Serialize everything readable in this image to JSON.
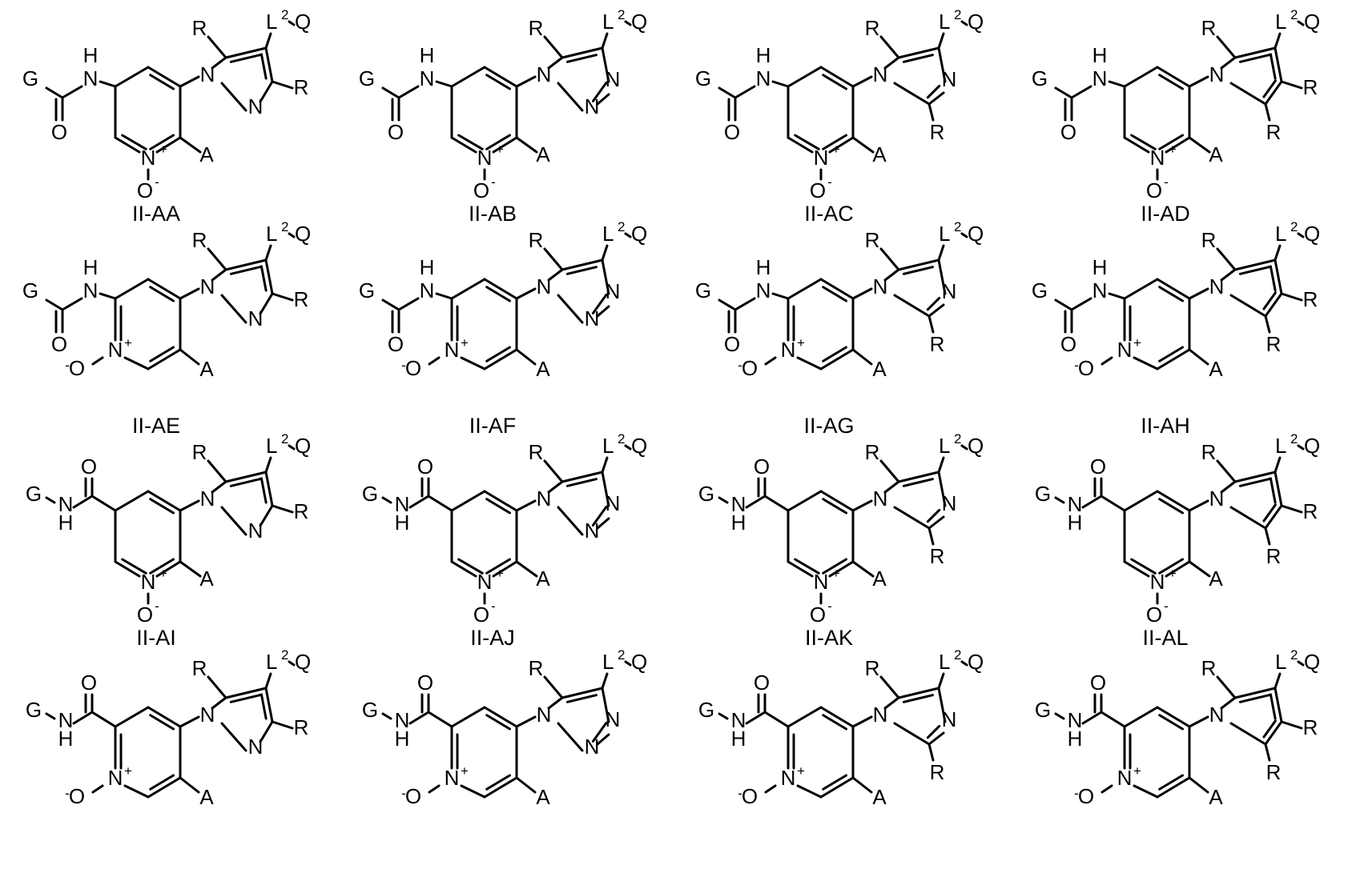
{
  "atoms": {
    "G": "G",
    "N": "N",
    "H": "H",
    "O": "O",
    "A": "A",
    "R": "R",
    "L": "L",
    "two": "2",
    "Q": "Q",
    "plus": "+",
    "minus": "-"
  },
  "compounds": [
    {
      "label": "II-AA",
      "amide": "NH",
      "noxide": "para",
      "ring": "pyrazole"
    },
    {
      "label": "II-AB",
      "amide": "NH",
      "noxide": "para",
      "ring": "triazole"
    },
    {
      "label": "II-AC",
      "amide": "NH",
      "noxide": "para",
      "ring": "imidazole"
    },
    {
      "label": "II-AD",
      "amide": "NH",
      "noxide": "para",
      "ring": "pyrrole"
    },
    {
      "label": "II-AE",
      "amide": "NH",
      "noxide": "ortho",
      "ring": "pyrazole"
    },
    {
      "label": "II-AF",
      "amide": "NH",
      "noxide": "ortho",
      "ring": "triazole"
    },
    {
      "label": "II-AG",
      "amide": "NH",
      "noxide": "ortho",
      "ring": "imidazole"
    },
    {
      "label": "II-AH",
      "amide": "NH",
      "noxide": "ortho",
      "ring": "pyrrole"
    },
    {
      "label": "II-AI",
      "amide": "CO",
      "noxide": "para",
      "ring": "pyrazole"
    },
    {
      "label": "II-AJ",
      "amide": "CO",
      "noxide": "para",
      "ring": "triazole"
    },
    {
      "label": "II-AK",
      "amide": "CO",
      "noxide": "para",
      "ring": "imidazole"
    },
    {
      "label": "II-AL",
      "amide": "CO",
      "noxide": "para",
      "ring": "pyrrole"
    },
    {
      "label": "",
      "amide": "CO",
      "noxide": "ortho",
      "ring": "pyrazole"
    },
    {
      "label": "",
      "amide": "CO",
      "noxide": "ortho",
      "ring": "triazole"
    },
    {
      "label": "",
      "amide": "CO",
      "noxide": "ortho",
      "ring": "imidazole"
    },
    {
      "label": "",
      "amide": "CO",
      "noxide": "ortho",
      "ring": "pyrrole"
    }
  ]
}
